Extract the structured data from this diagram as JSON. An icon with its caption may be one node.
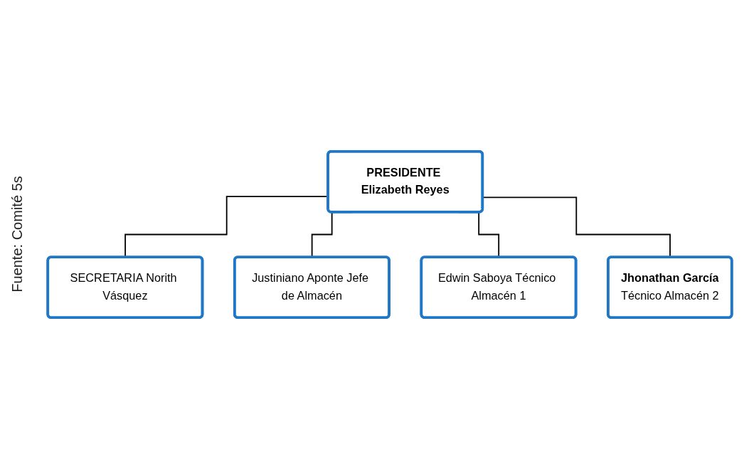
{
  "diagram": {
    "caption": "Fuente: Comité 5s",
    "nodes": [
      {
        "text": [
          "PRESIDENTE Elizabeth Reyes"
        ]
      },
      {
        "text": [
          "SECRETARIA Norith Vásquez"
        ]
      },
      {
        "text": [
          "Justiniano Aponte Jefe de Almacén"
        ]
      },
      {
        "text": [
          "Edwin Saboya Técnico Almacén 1"
        ]
      },
      {
        "text": [
          "Jhonathan García",
          "Técnico Almacén 2"
        ]
      }
    ],
    "edges": [
      {
        "from": 0,
        "to": 1,
        "arrow": "none"
      },
      {
        "from": 0,
        "to": 2,
        "arrow": "none"
      },
      {
        "from": 0,
        "to": 3,
        "arrow": "none"
      },
      {
        "from": 0,
        "to": 4,
        "arrow": "none"
      }
    ]
  }
}
